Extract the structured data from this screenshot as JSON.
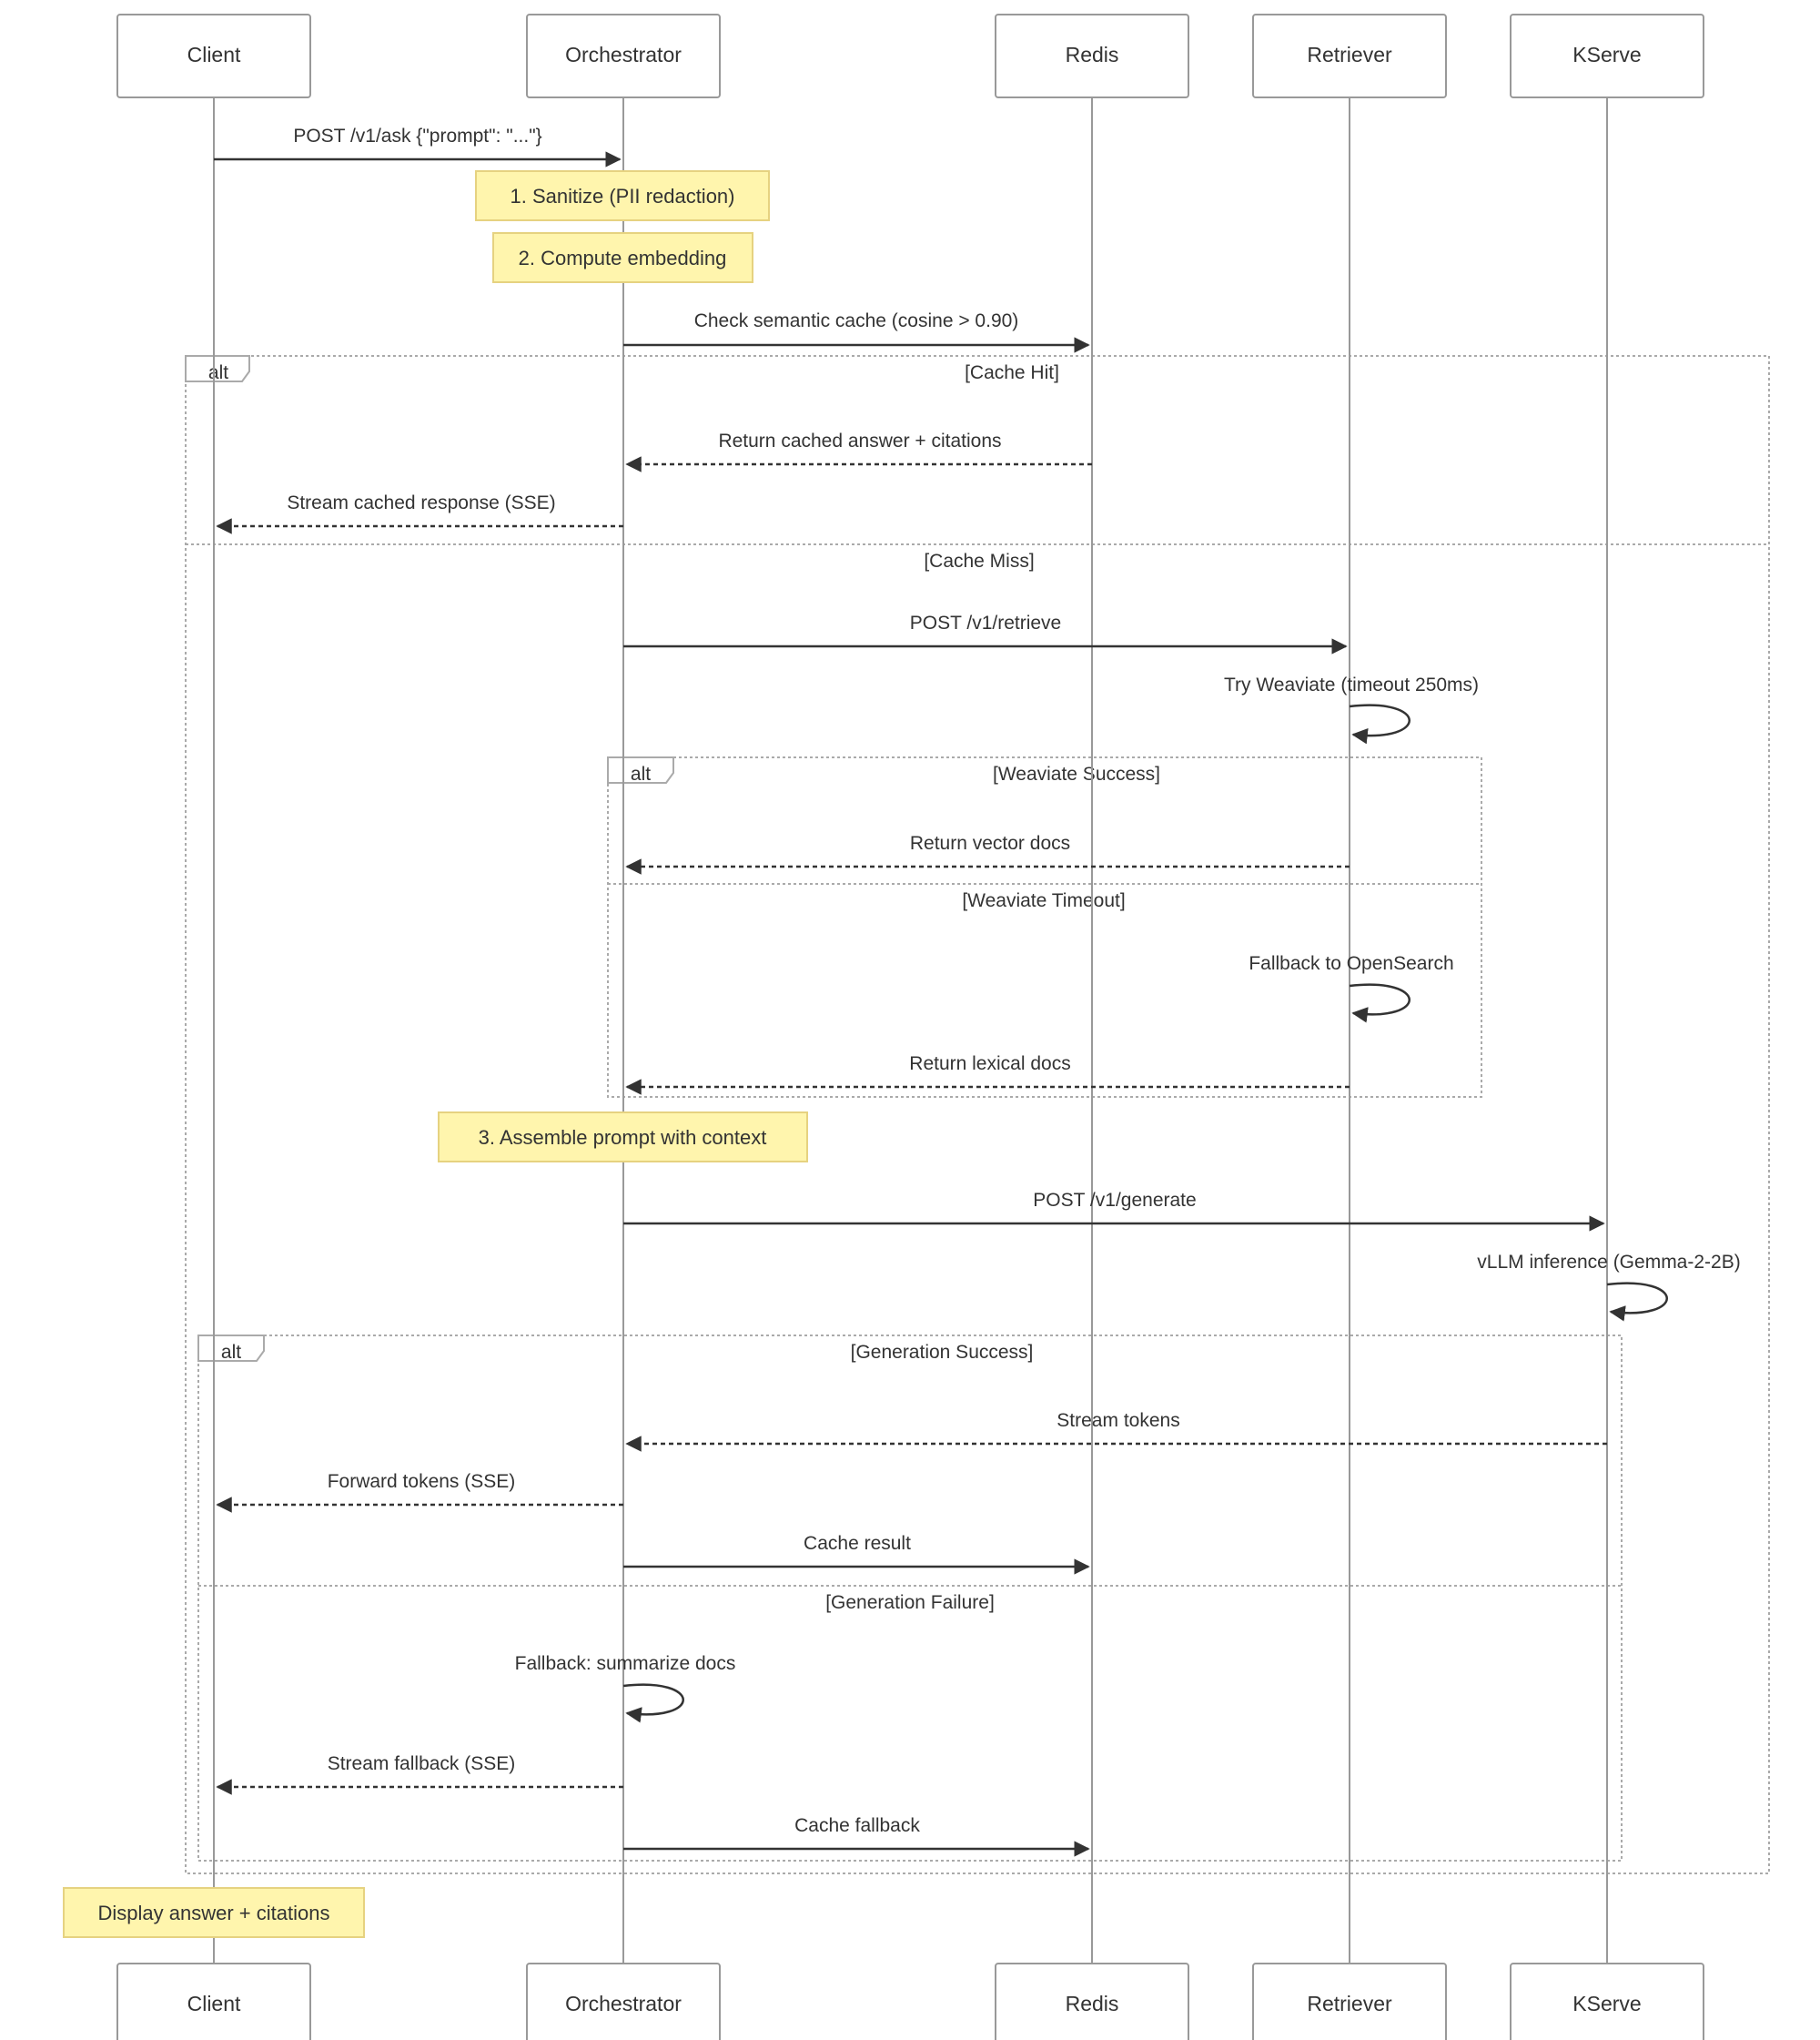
{
  "participants": [
    {
      "id": "client",
      "name": "Client"
    },
    {
      "id": "orch",
      "name": "Orchestrator"
    },
    {
      "id": "redis",
      "name": "Redis"
    },
    {
      "id": "retr",
      "name": "Retriever"
    },
    {
      "id": "kserve",
      "name": "KServe"
    }
  ],
  "notes": [
    {
      "id": "note-sanitize",
      "text": "1. Sanitize (PII redaction)"
    },
    {
      "id": "note-embedding",
      "text": "2. Compute embedding"
    },
    {
      "id": "note-assemble",
      "text": "3. Assemble prompt with context"
    },
    {
      "id": "note-display",
      "text": "Display answer + citations"
    }
  ],
  "messages": [
    {
      "id": "msg-ask",
      "text": "POST /v1/ask {\"prompt\": \"...\"}",
      "from": "client",
      "to": "orch",
      "style": "solid"
    },
    {
      "id": "msg-check-cache",
      "text": "Check semantic cache (cosine > 0.90)",
      "from": "orch",
      "to": "redis",
      "style": "solid"
    },
    {
      "id": "msg-return-cached",
      "text": "Return cached answer + citations",
      "from": "redis",
      "to": "orch",
      "style": "dashed"
    },
    {
      "id": "msg-stream-cached",
      "text": "Stream cached response (SSE)",
      "from": "orch",
      "to": "client",
      "style": "dashed"
    },
    {
      "id": "msg-retrieve",
      "text": "POST /v1/retrieve",
      "from": "orch",
      "to": "retr",
      "style": "solid"
    },
    {
      "id": "msg-try-weaviate",
      "text": "Try Weaviate (timeout 250ms)",
      "from": "retr",
      "to": "retr",
      "style": "self"
    },
    {
      "id": "msg-vector-docs",
      "text": "Return vector docs",
      "from": "retr",
      "to": "orch",
      "style": "dashed"
    },
    {
      "id": "msg-fallback-opensearch",
      "text": "Fallback to OpenSearch",
      "from": "retr",
      "to": "retr",
      "style": "self"
    },
    {
      "id": "msg-lexical-docs",
      "text": "Return lexical docs",
      "from": "retr",
      "to": "orch",
      "style": "dashed"
    },
    {
      "id": "msg-generate",
      "text": "POST /v1/generate",
      "from": "orch",
      "to": "kserve",
      "style": "solid"
    },
    {
      "id": "msg-vllm",
      "text": "vLLM inference (Gemma-2-2B)",
      "from": "kserve",
      "to": "kserve",
      "style": "self"
    },
    {
      "id": "msg-stream-tokens",
      "text": "Stream tokens",
      "from": "kserve",
      "to": "orch",
      "style": "dashed"
    },
    {
      "id": "msg-forward-tokens",
      "text": "Forward tokens (SSE)",
      "from": "orch",
      "to": "client",
      "style": "dashed"
    },
    {
      "id": "msg-cache-result",
      "text": "Cache result",
      "from": "orch",
      "to": "redis",
      "style": "solid"
    },
    {
      "id": "msg-summarize",
      "text": "Fallback: summarize docs",
      "from": "orch",
      "to": "orch",
      "style": "self"
    },
    {
      "id": "msg-stream-fallback",
      "text": "Stream fallback (SSE)",
      "from": "orch",
      "to": "client",
      "style": "dashed"
    },
    {
      "id": "msg-cache-fallback",
      "text": "Cache fallback",
      "from": "orch",
      "to": "redis",
      "style": "solid"
    }
  ],
  "fragments": [
    {
      "id": "alt-cache",
      "keyword": "alt",
      "conditions": [
        "[Cache Hit]",
        "[Cache Miss]"
      ]
    },
    {
      "id": "alt-weaviate",
      "keyword": "alt",
      "conditions": [
        "[Weaviate Success]",
        "[Weaviate Timeout]"
      ]
    },
    {
      "id": "alt-generation",
      "keyword": "alt",
      "conditions": [
        "[Generation Success]",
        "[Generation Failure]"
      ]
    }
  ],
  "colors": {
    "lifeline": "#999999",
    "box_stroke": "#999999",
    "box_fill": "#ffffff",
    "note_fill": "#fff5ad",
    "note_stroke": "#e6d280",
    "arrow": "#333333",
    "fragment": "#aaaaaa",
    "text": "#333333"
  }
}
